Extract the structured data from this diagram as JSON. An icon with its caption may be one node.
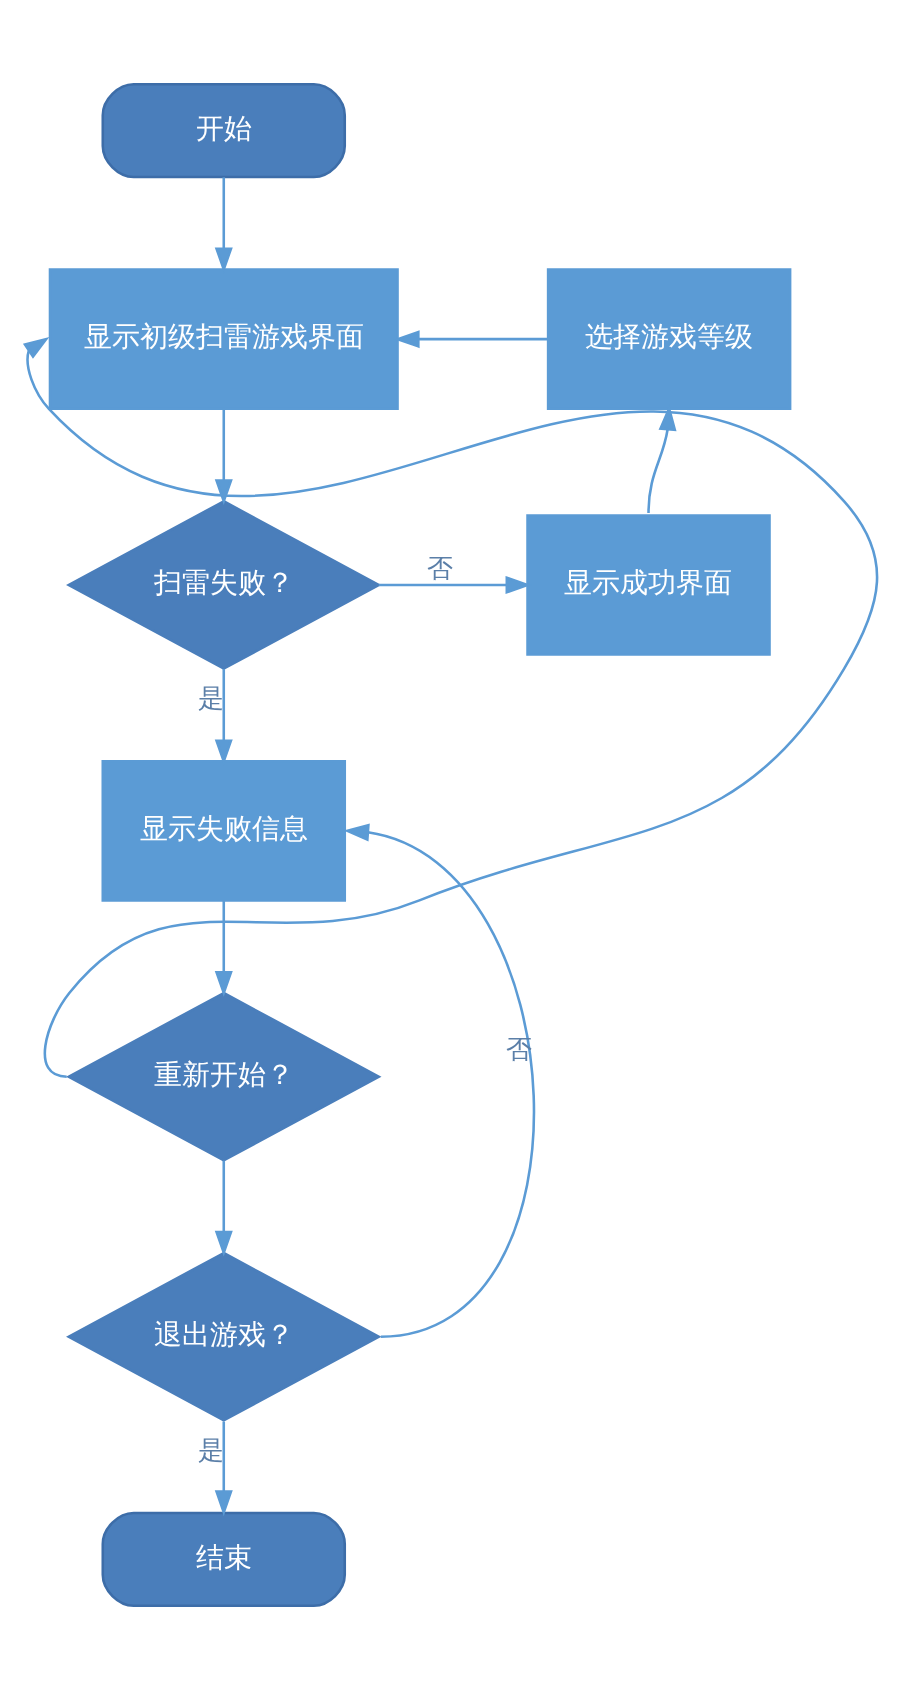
{
  "diagram": {
    "nodes": [
      {
        "text": [
          "开始"
        ]
      },
      {
        "text": [
          "显示初级扫雷游戏界面"
        ]
      },
      {
        "text": [
          "选择游戏等级"
        ]
      },
      {
        "text": [
          "扫雷失败？"
        ]
      },
      {
        "text": [
          "显示成功界面"
        ]
      },
      {
        "text": [
          "显示失败信息"
        ]
      },
      {
        "text": [
          "重新开始？"
        ]
      },
      {
        "text": [
          "退出游戏？"
        ]
      },
      {
        "text": [
          "结束"
        ]
      }
    ],
    "edges": [
      {
        "from": 0,
        "to": 1,
        "arrow": "to"
      },
      {
        "from": 2,
        "to": 1,
        "arrow": "to"
      },
      {
        "from": 1,
        "to": 3,
        "arrow": "to"
      },
      {
        "from": 3,
        "to": 4,
        "arrow": "to",
        "label": "否"
      },
      {
        "from": 4,
        "to": 2,
        "arrow": "to"
      },
      {
        "from": 3,
        "to": 5,
        "arrow": "to",
        "label": "是"
      },
      {
        "from": 5,
        "to": 6,
        "arrow": "to"
      },
      {
        "from": 6,
        "to": 1,
        "arrow": "to"
      },
      {
        "from": 6,
        "to": 7,
        "arrow": "to"
      },
      {
        "from": 7,
        "to": 5,
        "arrow": "to",
        "label": "否"
      },
      {
        "from": 7,
        "to": 8,
        "arrow": "to",
        "label": "是"
      }
    ]
  }
}
